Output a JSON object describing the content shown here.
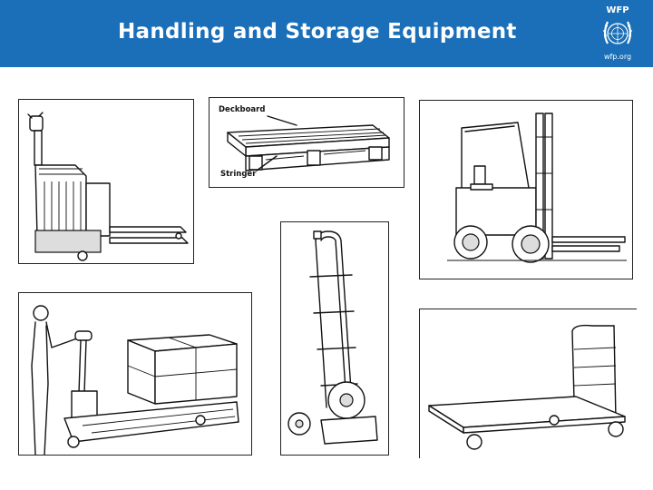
{
  "header": {
    "title": "Handling and Storage Equipment",
    "logo_text": "WFP",
    "logo_url": "wfp.org"
  },
  "pallet": {
    "deckboard_label": "Deckboard",
    "stringer_label": "Stringer"
  },
  "colors": {
    "header_bg": "#1a6fb8",
    "header_text": "#ffffff"
  }
}
